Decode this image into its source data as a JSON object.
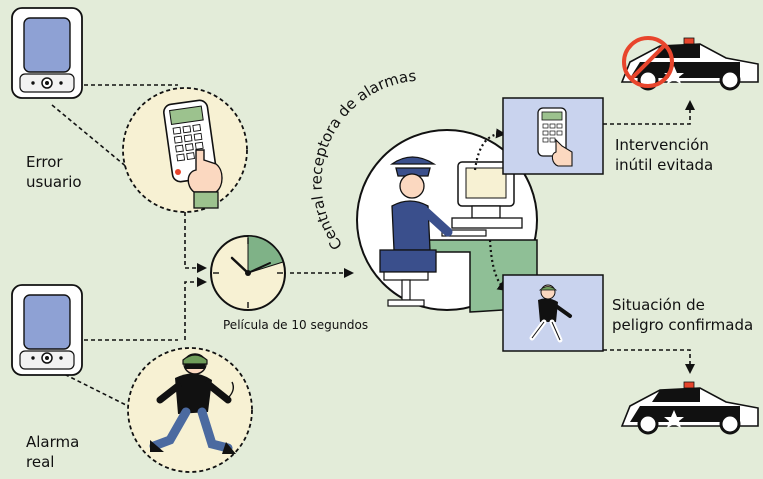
{
  "labels": {
    "error_usuario": [
      "Error",
      "usuario"
    ],
    "alarma_real": [
      "Alarma",
      "real"
    ],
    "pelicula": "Película de 10 segundos",
    "central": "Central receptora de alarmas",
    "intervencion": [
      "Intervención",
      "inútil evitada"
    ],
    "situacion": [
      "Situación de",
      "peligro confirmada"
    ]
  },
  "colors": {
    "background": "#e3ecd9",
    "panel_blue": "#c9d3ee",
    "circle_fill": "#f7f1d3",
    "uniform": "#3a4f8c",
    "prohibition_red": "#e8452c",
    "clock_wedge": "#7fb287",
    "desk_green": "#8fbf96"
  },
  "icons": [
    "alarm-panel-icon",
    "keypad-hand-icon",
    "burglar-icon",
    "clock-icon",
    "operator-icon",
    "police-car-icon",
    "prohibition-icon"
  ]
}
